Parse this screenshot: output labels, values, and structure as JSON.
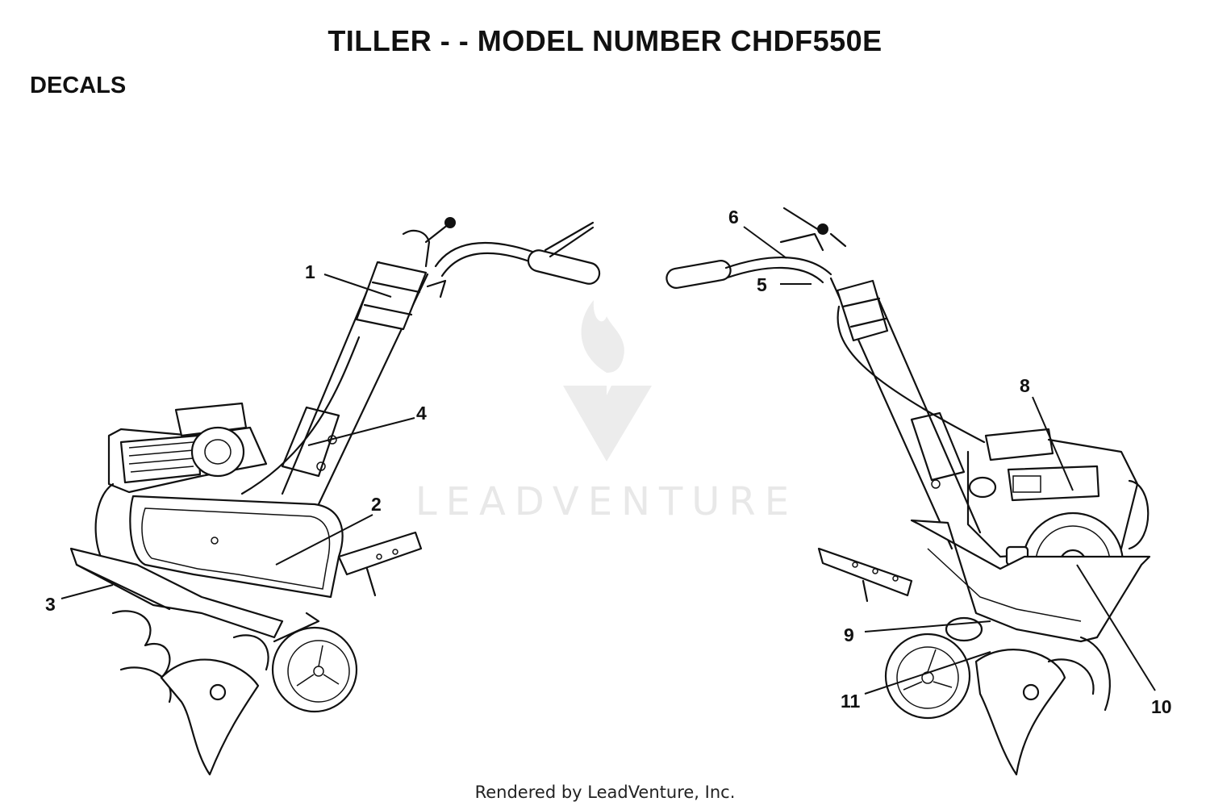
{
  "header": {
    "title": "TILLER - - MODEL NUMBER CHDF550E"
  },
  "section": {
    "title": "DECALS"
  },
  "watermark": {
    "text": "LEADVENTURE"
  },
  "footer": {
    "credit": "Rendered by LeadVenture, Inc."
  },
  "callouts": [
    "1",
    "2",
    "3",
    "4",
    "5",
    "6",
    "8",
    "9",
    "10",
    "11"
  ]
}
